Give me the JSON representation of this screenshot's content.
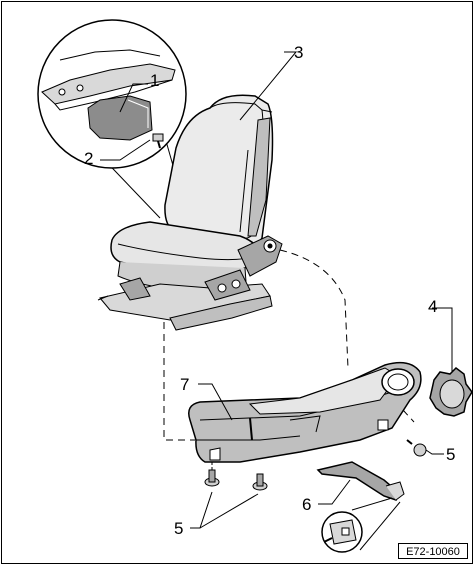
{
  "callouts": {
    "c1": "1",
    "c2": "2",
    "c3": "3",
    "c4": "4",
    "c5a": "5",
    "c5b": "5",
    "c6": "6",
    "c7": "7"
  },
  "reference_code": "E72-10060",
  "colors": {
    "line": "#000000",
    "shade_light": "#e6e6e6",
    "shade_mid": "#bfbfbf",
    "shade_dark": "#8c8c8c"
  }
}
